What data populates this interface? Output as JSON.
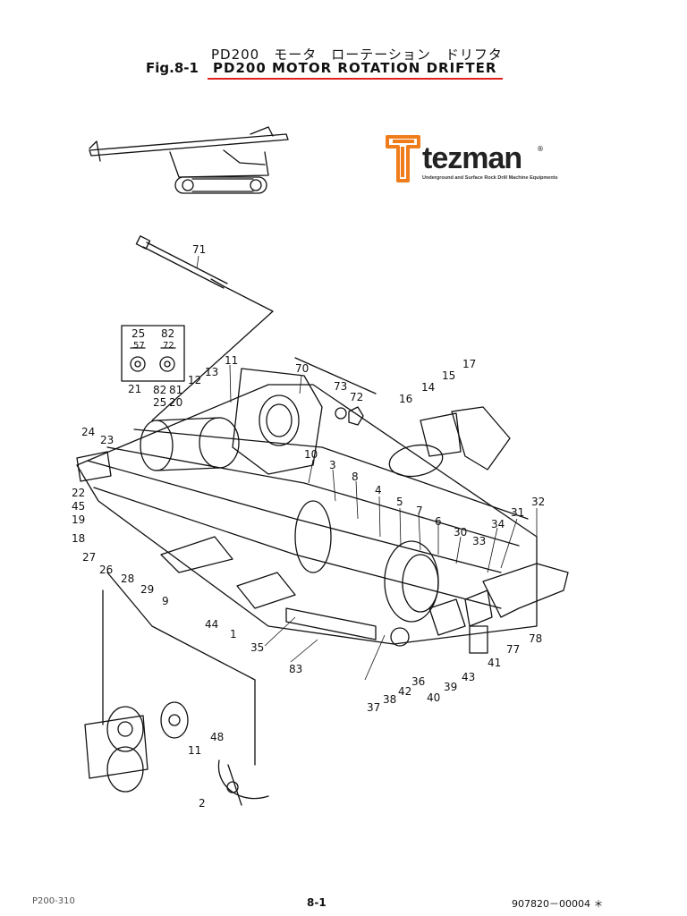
{
  "header": {
    "title_jp": "PD200　モータ　ローテーション　ドリフタ",
    "fig_no": "Fig.8-1",
    "title_en": "PD200 MOTOR ROTATION DRIFTER",
    "rule_color": "#e0221c"
  },
  "logo": {
    "brand": "tezman",
    "registered": "®",
    "tagline": "Underground and Surface Rock Drill Machine Equipments",
    "brand_color": "#f07d1c"
  },
  "callouts": [
    "71",
    "25",
    "82",
    "57",
    "72",
    "11",
    "70",
    "13",
    "12",
    "21",
    "82",
    "81",
    "25",
    "20",
    "73",
    "72",
    "16",
    "14",
    "15",
    "17",
    "24",
    "23",
    "10",
    "3",
    "8",
    "22",
    "45",
    "19",
    "18",
    "27",
    "26",
    "4",
    "5",
    "7",
    "6",
    "30",
    "33",
    "34",
    "31",
    "32",
    "28",
    "29",
    "9",
    "44",
    "1",
    "35",
    "83",
    "77",
    "78",
    "41",
    "43",
    "39",
    "40",
    "36",
    "42",
    "38",
    "37",
    "48",
    "11",
    "2"
  ],
  "footer": {
    "left": "P200-310",
    "center": "8-1",
    "right": "907820－00004 ＊"
  }
}
